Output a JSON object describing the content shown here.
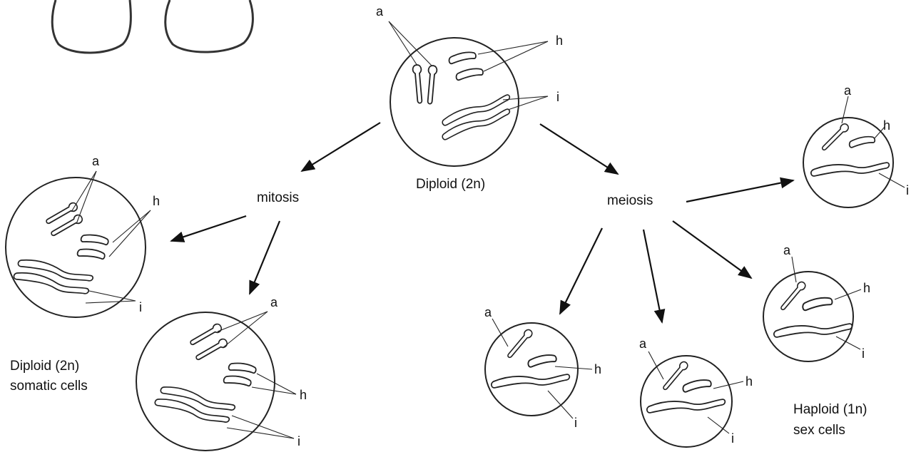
{
  "labels": {
    "a": "a",
    "h": "h",
    "i": "i"
  },
  "text": {
    "diploid_parent": "Diploid (2n)",
    "mitosis": "mitosis",
    "meiosis": "meiosis",
    "somatic_line1": "Diploid (2n)",
    "somatic_line2": "somatic cells",
    "haploid_line1": "Haploid (1n)",
    "haploid_line2": "sex cells"
  },
  "colors": {
    "ink": "#222222",
    "background": "#ffffff"
  }
}
